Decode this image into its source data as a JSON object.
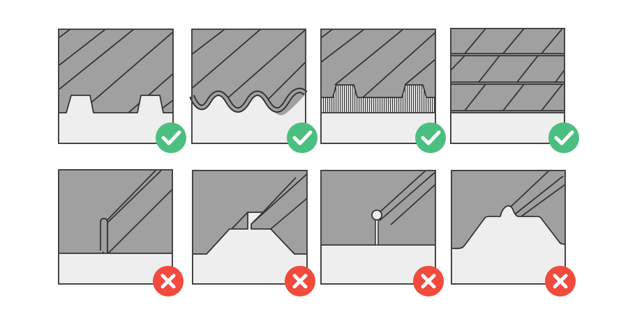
{
  "colors": {
    "roof": "#a0a0a0",
    "substrate": "#eeeeee",
    "outline": "#333333",
    "ok": "#4bbf7f",
    "not_ok": "#f24a3c"
  },
  "panels": [
    {
      "profile": "trapezoidal-sheet",
      "status": "ok",
      "icon": "check-icon"
    },
    {
      "profile": "corrugated-sheet",
      "status": "ok",
      "icon": "check-icon"
    },
    {
      "profile": "insulated-sandwich-panel",
      "status": "ok",
      "icon": "check-icon"
    },
    {
      "profile": "shingles",
      "status": "ok",
      "icon": "check-icon"
    },
    {
      "profile": "standing-seam",
      "status": "not_ok",
      "icon": "x-icon"
    },
    {
      "profile": "klip-lok-seam",
      "status": "not_ok",
      "icon": "x-icon"
    },
    {
      "profile": "round-seam",
      "status": "not_ok",
      "icon": "x-icon"
    },
    {
      "profile": "bulb-seam",
      "status": "not_ok",
      "icon": "x-icon"
    }
  ]
}
